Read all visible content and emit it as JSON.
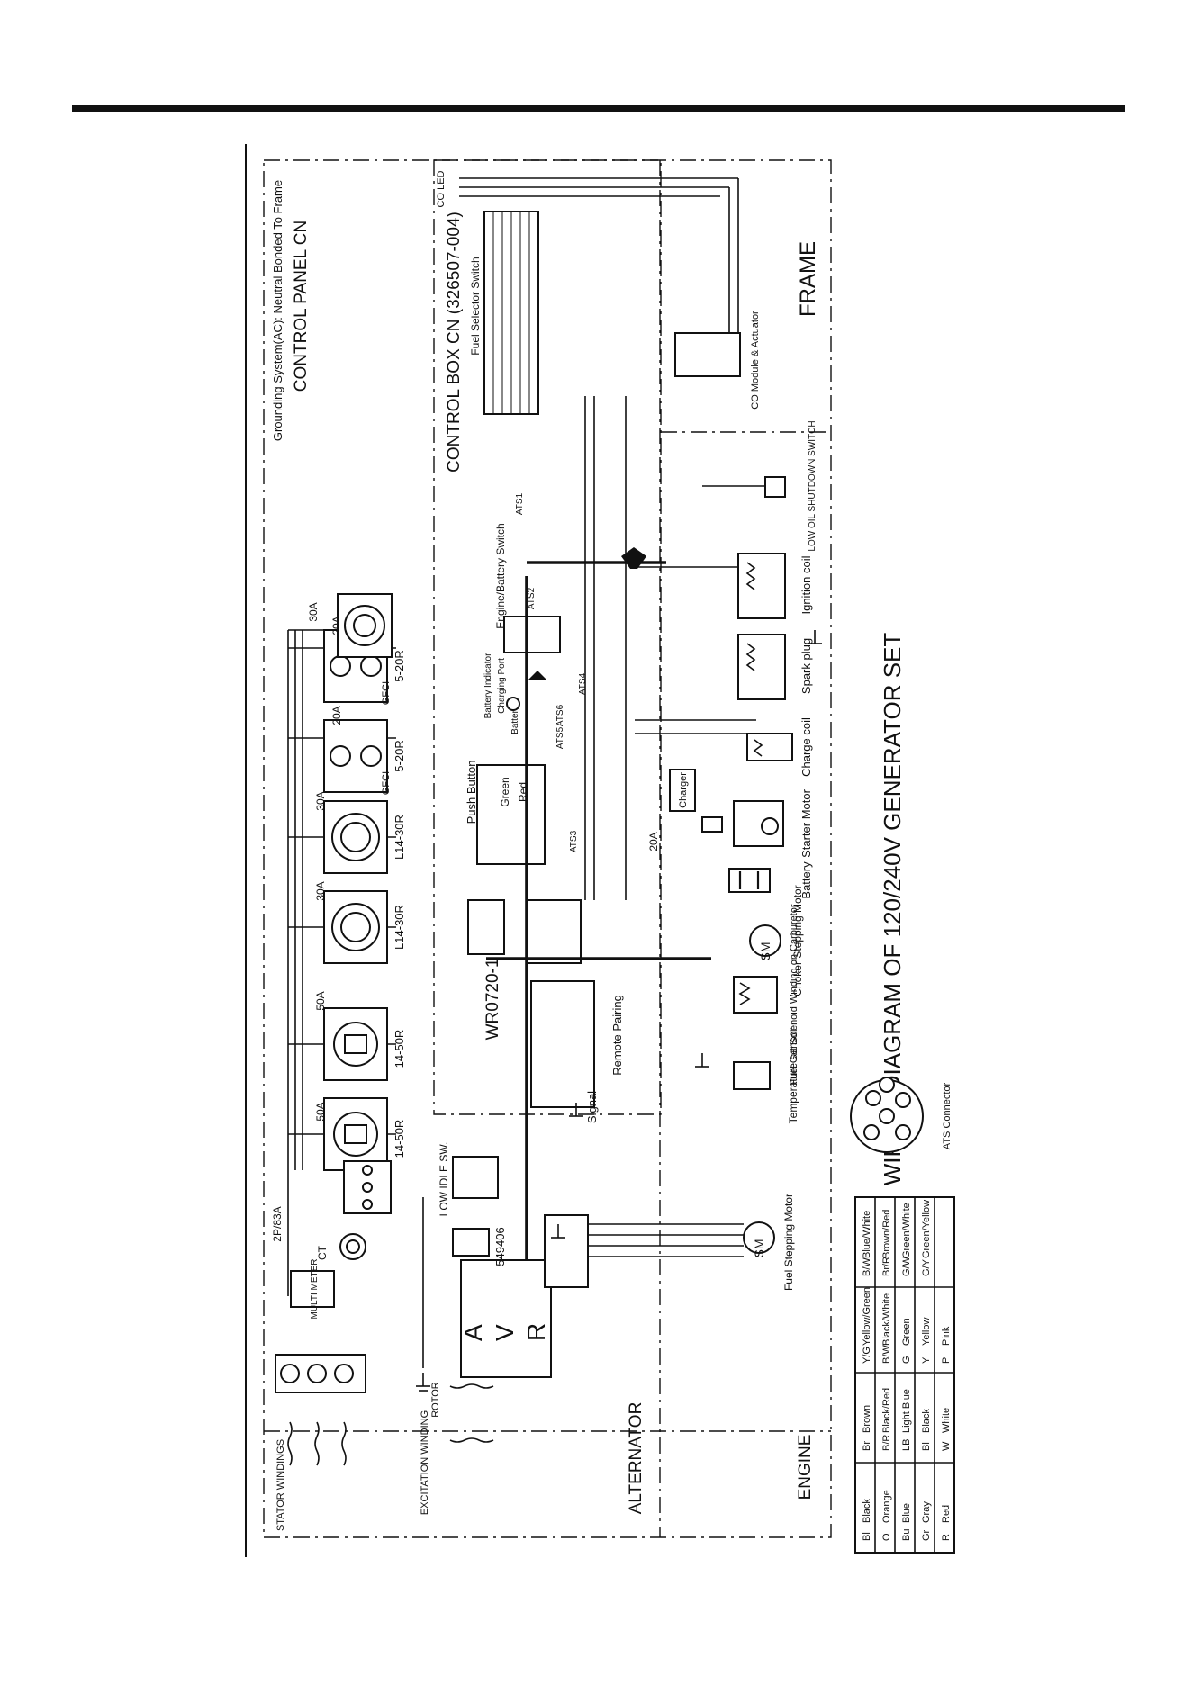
{
  "diagram": {
    "title": "WIRING DIAGRAM OF 120/240V GENERATOR SET",
    "sections": {
      "control_panel": "CONTROL PANEL CN",
      "grounding": "Grounding System(AC): Neutral Bonded To Frame",
      "control_box": "CONTROL BOX CN (326507-004)",
      "frame": "FRAME",
      "alternator": "ALTERNATOR",
      "engine": "ENGINE"
    },
    "components": {
      "stator": "STATOR WINDINGS",
      "excitation": "EXCITATION WINDING",
      "rotor": "ROTOR",
      "multimeter": "MULTI METER",
      "ct": "CT",
      "breaker": "2P/83A",
      "avr_a": "A",
      "avr_v": "V",
      "avr_r": "R",
      "idle_switch": "LOW IDLE SW.",
      "idle_part": "549406",
      "module": "WR0720-1",
      "signal": "Signal",
      "remote": "Remote Pairing",
      "push_button": "Push Button",
      "green": "Green",
      "red": "Red",
      "battery_indicator": "Battery Indicator",
      "charging_port": "Charging Port",
      "battery_label": "Battery",
      "engine_switch": "Engine/Battery Switch",
      "fuel_selector": "Fuel Selector Switch",
      "co_module": "CO Module & Actuator",
      "co_led": "CO LED",
      "low_oil": "LOW OIL SHUTDOWN SWITCH",
      "ignition_coil": "Ignition coil",
      "spark_plug": "Spark plug",
      "charge_coil": "Charge coil",
      "starter_motor": "Starter Motor",
      "charger": "Charger",
      "battery": "Battery",
      "fuse": "20A",
      "choker_motor": "Choker Stepping Motor",
      "fuel_motor": "Fuel Stepping Motor",
      "sm": "SM",
      "fuel_cut": "Fuel Cut Solenoid Winding on Carburetor",
      "temp_sensor": "Temperature sensor",
      "ats_connector": "ATS Connector",
      "ats_labels": [
        "ATS1",
        "ATS2",
        "ATS3",
        "ATS4",
        "ATS5",
        "ATS6"
      ]
    },
    "receptacles": [
      {
        "label": "14-50R",
        "amps": "50A"
      },
      {
        "label": "14-50R",
        "amps": "50A"
      },
      {
        "label": "L14-30R",
        "amps": "30A"
      },
      {
        "label": "L14-30R",
        "amps": "30A"
      },
      {
        "label": "5-20R",
        "amps": "20A",
        "gfci": "GFCI"
      },
      {
        "label": "5-20R",
        "amps": "20A",
        "gfci": "GFCI"
      },
      {
        "label": "",
        "amps": "30A"
      }
    ]
  },
  "legend": {
    "rows": [
      [
        "Bl",
        "Black",
        "Br",
        "Brown",
        "Y/G",
        "Yellow/Green",
        "B/W",
        "Blue/White"
      ],
      [
        "O",
        "Orange",
        "B/R",
        "Black/Red",
        "B/W",
        "Black/White",
        "Br/R",
        "Brown/Red"
      ],
      [
        "Bu",
        "Blue",
        "LB",
        "Light Blue",
        "G",
        "Green",
        "G/W",
        "Green/White"
      ],
      [
        "Gr",
        "Gray",
        "Bl",
        "Black",
        "Y",
        "Yellow",
        "G/Y",
        "Green/Yellow"
      ],
      [
        "R",
        "Red",
        "W",
        "White",
        "P",
        "Pink",
        "",
        ""
      ]
    ]
  },
  "colors": {
    "ink": "#111111",
    "paper": "#ffffff"
  }
}
